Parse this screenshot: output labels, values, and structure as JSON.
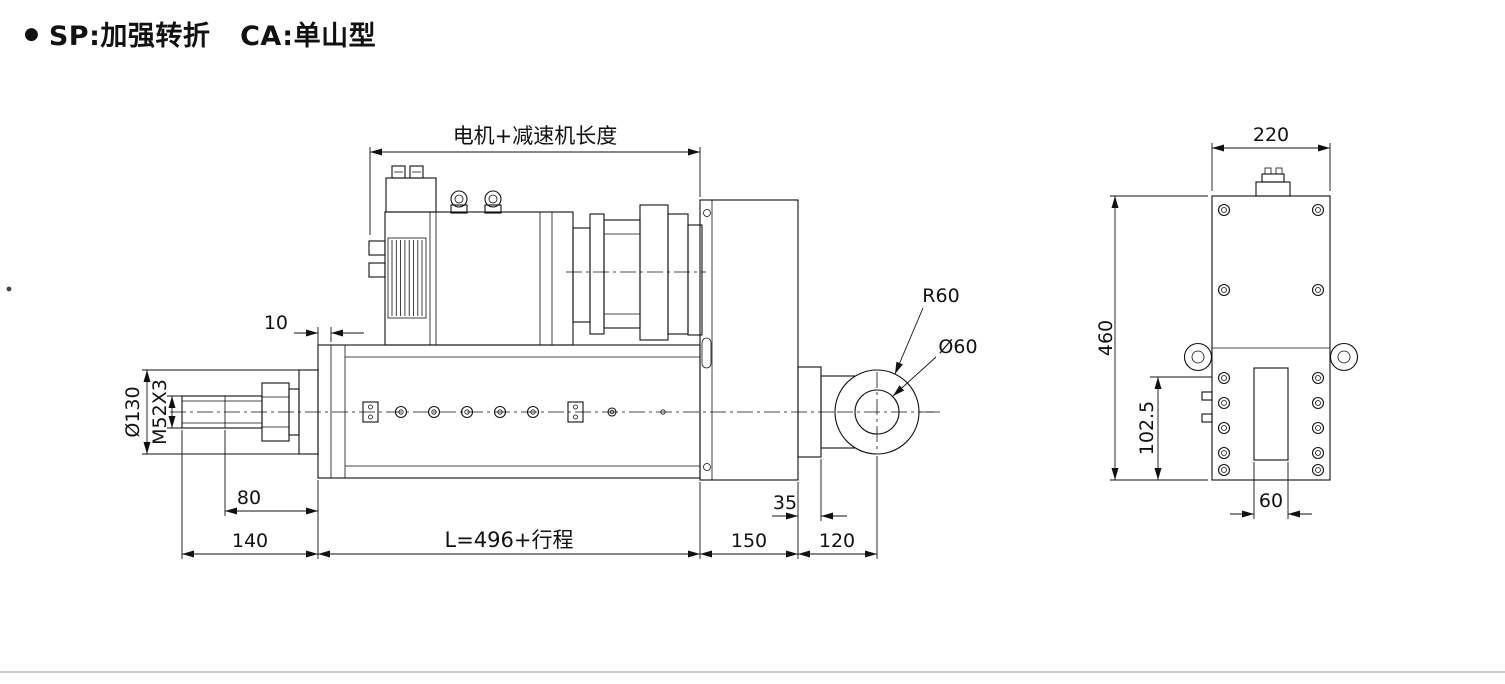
{
  "page": {
    "bullet": "●",
    "title": "SP:加强转折   CA:单山型"
  },
  "side_view": {
    "top_label": "电机+减速机长度",
    "dims": {
      "d10": "10",
      "dia130": "Ø130",
      "thread": "M52X3",
      "d80": "80",
      "d140": "140",
      "length": "L=496+行程",
      "d150": "150",
      "d120": "120",
      "d35": "35",
      "r60": "R60",
      "dia60": "Ø60"
    }
  },
  "end_view": {
    "dims": {
      "d220": "220",
      "d460": "460",
      "d102_5": "102.5",
      "d60": "60"
    }
  },
  "colors": {
    "line": "#111111",
    "divider": "#cccccc",
    "background": "#ffffff"
  }
}
